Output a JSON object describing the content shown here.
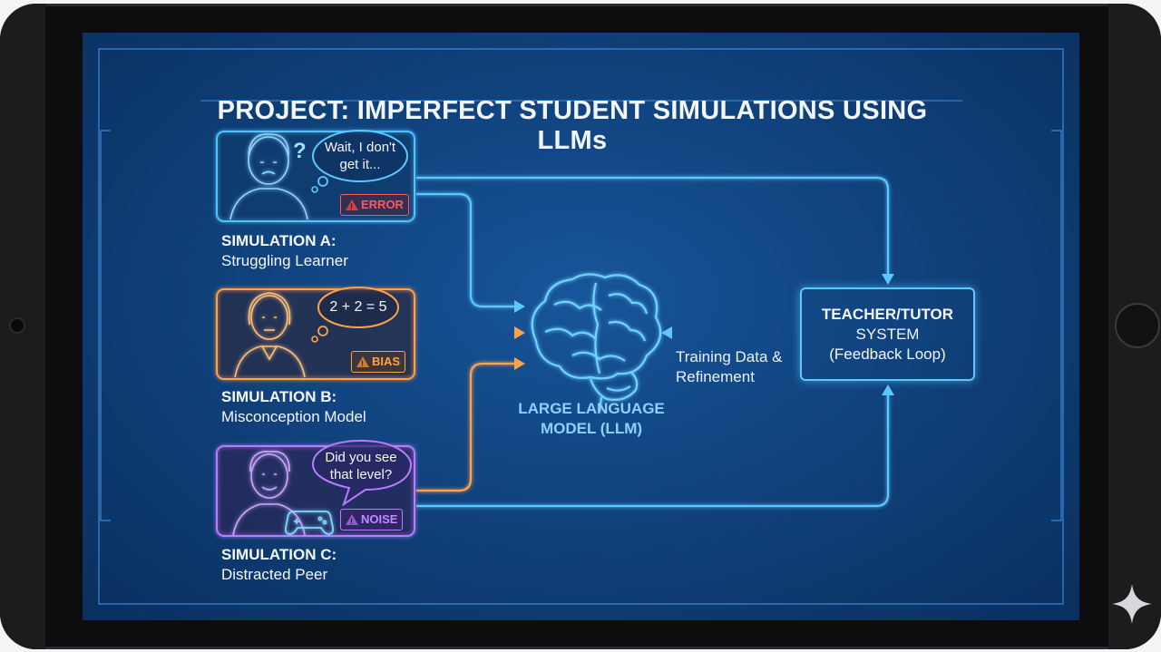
{
  "title": "PROJECT: IMPERFECT STUDENT SIMULATIONS USING LLMs",
  "simulations": [
    {
      "heading": "SIMULATION A:",
      "subtitle": "Struggling Learner",
      "bubble": "Wait, I don't get it...",
      "badge": "ERROR",
      "color": "#4fc3ff",
      "badge_color": "#ff5a5a"
    },
    {
      "heading": "SIMULATION B:",
      "subtitle": "Misconception Model",
      "bubble": "2 + 2 = 5",
      "badge": "BIAS",
      "color": "#ffa24a",
      "badge_color": "#ffa24a"
    },
    {
      "heading": "SIMULATION C:",
      "subtitle": "Distracted Peer",
      "bubble": "Did you see that level?",
      "badge": "NOISE",
      "color": "#b77cff",
      "badge_color": "#b77cff"
    }
  ],
  "llm": {
    "label": "LARGE LANGUAGE MODEL (LLM)"
  },
  "teacher": {
    "line1": "TEACHER/TUTOR",
    "line2": "SYSTEM",
    "line3": "(Feedback Loop)"
  },
  "feedback_edge": {
    "label": "Training Data & Refinement"
  },
  "colors": {
    "background": "#0f3f78",
    "accent_cyan": "#5cc8ff",
    "accent_orange": "#ffa24a",
    "accent_purple": "#b77cff",
    "error_red": "#ff5a5a"
  },
  "icons": [
    "question-mark-icon",
    "warning-icon",
    "brain-icon",
    "gamepad-icon",
    "student-avatar-icon",
    "sparkle-icon"
  ]
}
